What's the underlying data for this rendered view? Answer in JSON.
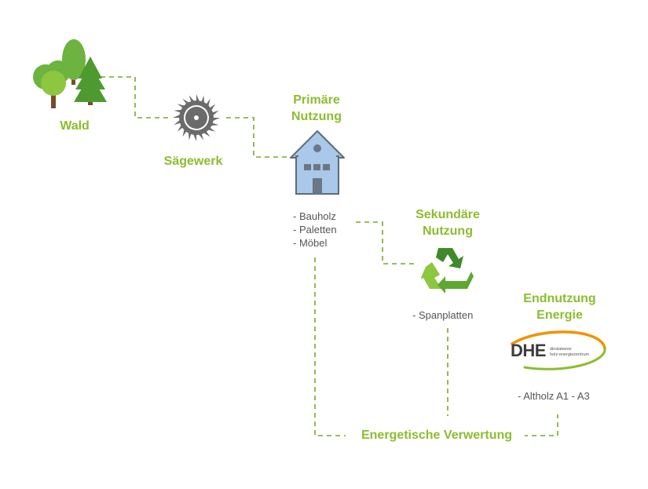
{
  "nodes": {
    "wald": {
      "label": "Wald",
      "icon": "forest-icon"
    },
    "saegewerk": {
      "label": "Sägewerk",
      "icon": "saw-blade-icon"
    },
    "primaer": {
      "label_line1": "Primäre",
      "label_line2": "Nutzung",
      "icon": "house-icon",
      "items": [
        "- Bauholz",
        "- Paletten",
        "- Möbel"
      ]
    },
    "sekundaer": {
      "label_line1": "Sekundäre",
      "label_line2": "Nutzung",
      "icon": "recycle-icon",
      "items": [
        "- Spanplatten"
      ]
    },
    "end": {
      "label_line1": "Endnutzung",
      "label_line2": "Energie",
      "icon": "dhe-logo",
      "logo_text": "DHE",
      "logo_sub1": "dinslakener",
      "logo_sub2": "holz-energiezentrum",
      "items": [
        "- Altholz A1 - A3"
      ]
    },
    "energetisch": {
      "label": "Energetische Verwertung"
    }
  },
  "colors": {
    "label_green": "#8cbd2e",
    "connector": "#7aa62a",
    "text_gray": "#555555",
    "house_fill": "#a9c8ea",
    "house_stroke": "#5e6b78",
    "saw_gray": "#6b6b6b",
    "recycle_dark": "#3f8a2a",
    "recycle_light": "#8dc63f",
    "logo_orange": "#f39200",
    "logo_green": "#8cbd2e"
  }
}
